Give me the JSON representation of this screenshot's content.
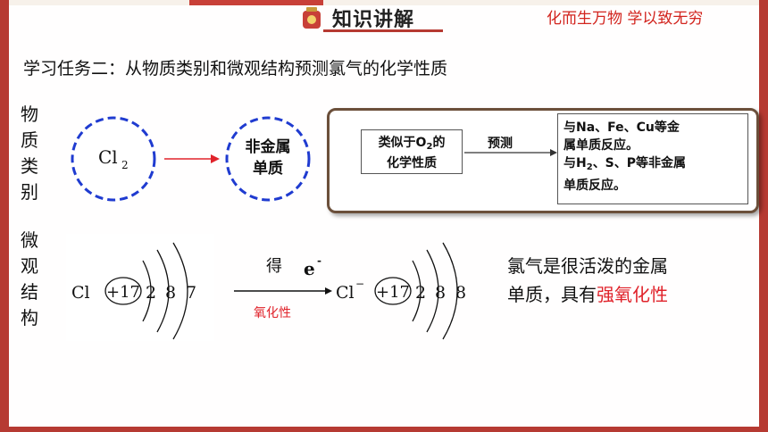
{
  "header": {
    "title": "知识讲解",
    "slogan": "化而生万物  学以致无穷"
  },
  "task_title": "学习任务二：从物质类别和微观结构预测氯气的化学性质",
  "side_labels": {
    "category": [
      "物",
      "质",
      "类",
      "别"
    ],
    "micro": [
      "微",
      "观",
      "结",
      "构"
    ]
  },
  "category_row": {
    "circle_left": {
      "symbol": "Cl",
      "subscript": "2"
    },
    "circle_right": {
      "line1": "非金属",
      "line2": "单质"
    },
    "box_a": {
      "line1_pre": "类似于O",
      "line1_sub": "2",
      "line1_post": "的",
      "line2": "化学性质"
    },
    "arrow_label": "预测",
    "box_b": {
      "line1": "与Na、Fe、Cu等金",
      "line2": "属单质反应。",
      "line3_pre": "与H",
      "line3_sub": "2",
      "line3_post": "、S、P等非金属",
      "line4": "单质反应。"
    },
    "colors": {
      "circle_border": "#1f3bd0",
      "arrow": "#e0222a",
      "box_border": "#6b4f3a"
    }
  },
  "micro_row": {
    "cl_atom": {
      "symbol": "Cl",
      "nucleus": "+17",
      "shells": [
        "2",
        "8",
        "7"
      ]
    },
    "cl_ion": {
      "symbol": "Cl",
      "charge": "−",
      "nucleus": "+17",
      "shells": [
        "2",
        "8",
        "8"
      ]
    },
    "gain_label": "得",
    "electron_symbol": "e",
    "electron_charge": "-",
    "oxidation_label": "氧化性"
  },
  "description": {
    "line1": "氯气是很活泼的金属",
    "line2_pre": "单质，具有",
    "line2_highlight": "强氧化性"
  }
}
